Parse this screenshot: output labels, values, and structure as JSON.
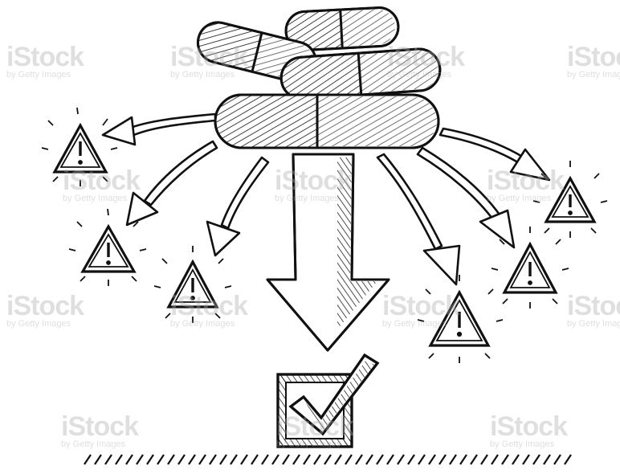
{
  "image": {
    "subject": "Hand-drawn black ink sketch of stacked capsule pills with arrows pointing down to a checked box and outward to warning triangles",
    "colors": {
      "ink": "#111111",
      "background": "#ffffff",
      "watermark": "#aaaaaa"
    },
    "icons": [
      "capsule-pill",
      "down-arrow",
      "checkbox-checked-icon",
      "warning-triangle-icon",
      "curved-arrow"
    ]
  },
  "watermark": {
    "brand": "iStock",
    "credit": "by Getty Images"
  }
}
